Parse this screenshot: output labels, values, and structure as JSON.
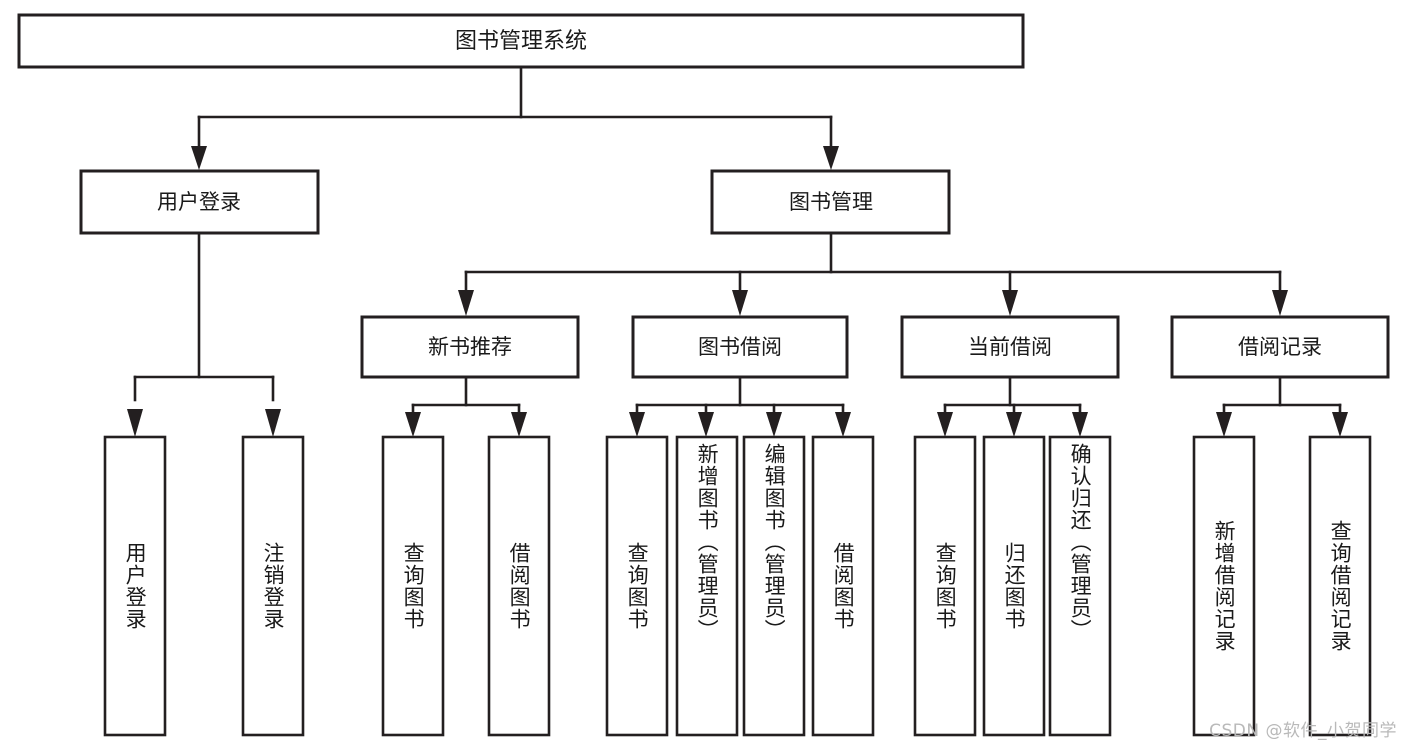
{
  "diagram": {
    "title": "图书管理系统",
    "type": "hierarchy-tree",
    "root": {
      "id": "root",
      "label": "图书管理系统"
    },
    "level2": [
      {
        "id": "user-login",
        "label": "用户登录"
      },
      {
        "id": "book-management",
        "label": "图书管理"
      }
    ],
    "level3": [
      {
        "id": "new-book-recommend",
        "label": "新书推荐",
        "parent": "book-management"
      },
      {
        "id": "book-borrow",
        "label": "图书借阅",
        "parent": "book-management"
      },
      {
        "id": "current-borrow",
        "label": "当前借阅",
        "parent": "book-management"
      },
      {
        "id": "borrow-record",
        "label": "借阅记录",
        "parent": "book-management"
      }
    ],
    "leaves": [
      {
        "id": "leaf-user-login",
        "label": "用户登录",
        "parent": "user-login"
      },
      {
        "id": "leaf-logout-login",
        "label": "注销登录",
        "parent": "user-login"
      },
      {
        "id": "leaf-query-book-1",
        "label": "查询图书",
        "parent": "new-book-recommend"
      },
      {
        "id": "leaf-borrow-book-1",
        "label": "借阅图书",
        "parent": "new-book-recommend"
      },
      {
        "id": "leaf-query-book-2",
        "label": "查询图书",
        "parent": "book-borrow"
      },
      {
        "id": "leaf-add-book",
        "label": "新增图书（管理员）",
        "parent": "book-borrow"
      },
      {
        "id": "leaf-edit-book",
        "label": "编辑图书（管理员）",
        "parent": "book-borrow"
      },
      {
        "id": "leaf-borrow-book-2",
        "label": "借阅图书",
        "parent": "book-borrow"
      },
      {
        "id": "leaf-query-book-3",
        "label": "查询图书",
        "parent": "current-borrow"
      },
      {
        "id": "leaf-return-book",
        "label": "归还图书",
        "parent": "current-borrow"
      },
      {
        "id": "leaf-confirm-return",
        "label": "确认归还（管理员）",
        "parent": "current-borrow"
      },
      {
        "id": "leaf-add-record",
        "label": "新增借阅记录",
        "parent": "borrow-record"
      },
      {
        "id": "leaf-query-record",
        "label": "查询借阅记录",
        "parent": "borrow-record"
      }
    ]
  },
  "watermark": {
    "text": "CSDN @软件_小贺同学"
  },
  "colors": {
    "stroke": "#231f20",
    "fill": "#ffffff",
    "text": "#1a1a1a",
    "watermark": "#b9b9b9",
    "background": "#ffffff"
  }
}
